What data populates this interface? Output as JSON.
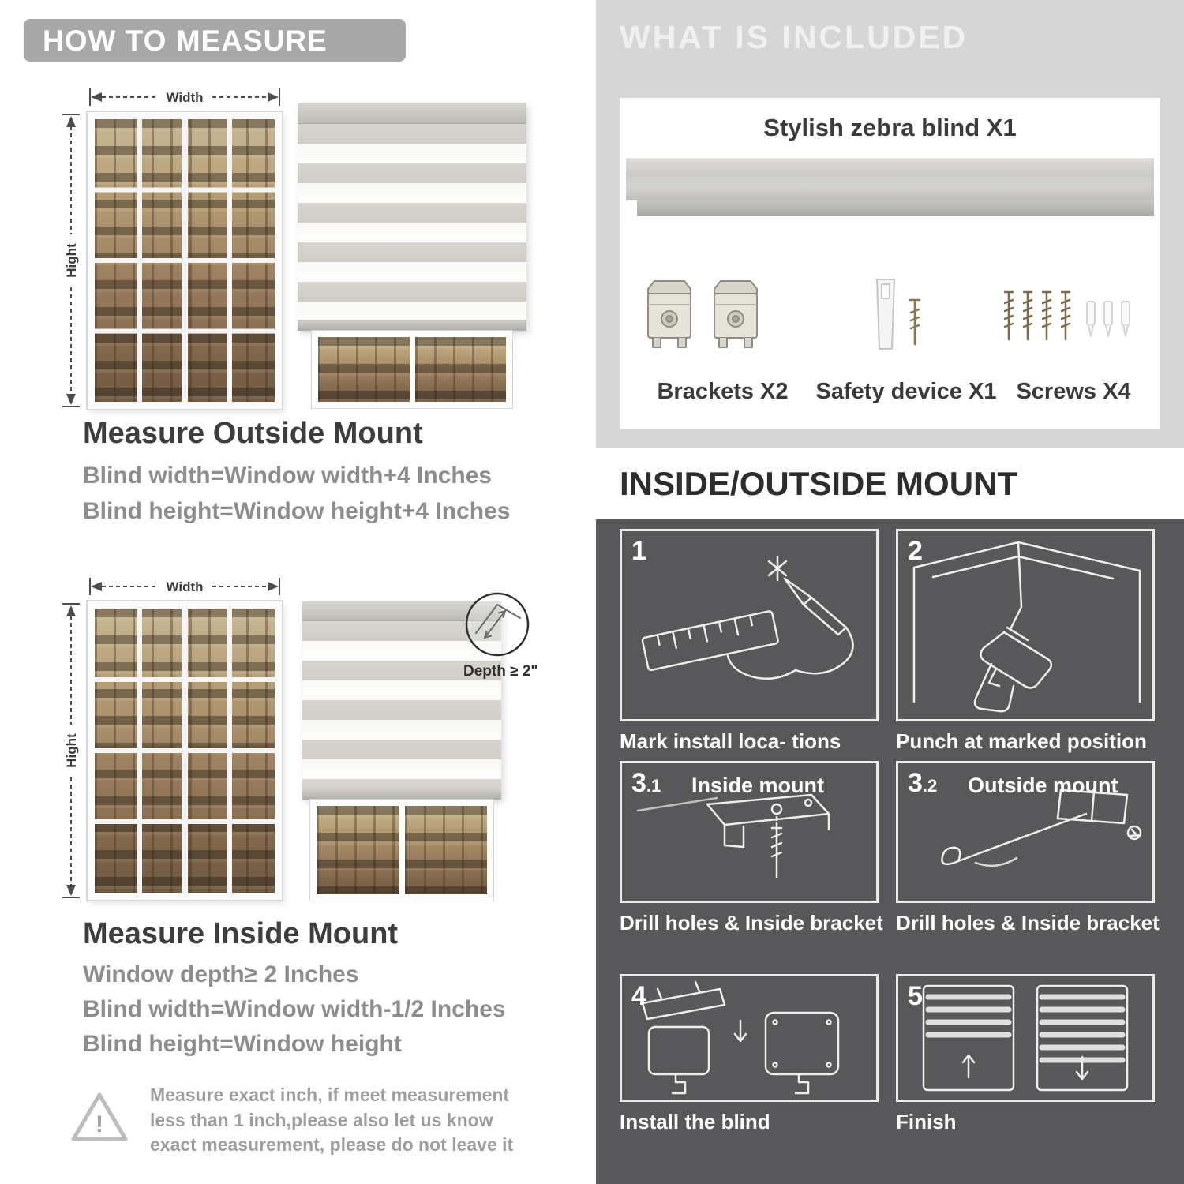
{
  "measure": {
    "banner": "HOW TO MEASURE",
    "labels": {
      "width": "Width",
      "height": "Hight"
    },
    "outside": {
      "heading": "Measure Outside Mount",
      "lines": [
        "Blind width=Window width+4 Inches",
        "Blind height=Window height+4 Inches"
      ]
    },
    "inside": {
      "heading": "Measure Inside Mount",
      "depth_label": "Depth ≥ 2\"",
      "lines": [
        "Window depth≥ 2 Inches",
        "Blind width=Window width-1/2 Inches",
        "Blind height=Window height"
      ]
    },
    "note": {
      "glyph": "!",
      "text": "Measure exact inch, if meet measurement less than 1 inch,please also let us know exact measurement, please do not leave it"
    }
  },
  "included": {
    "banner": "WHAT IS INCLUDED",
    "blind_label": "Stylish zebra blind X1",
    "parts": [
      {
        "label": "Brackets X2"
      },
      {
        "label": "Safety device X1"
      },
      {
        "label": "Screws X4"
      }
    ]
  },
  "mount": {
    "heading": "INSIDE/OUTSIDE MOUNT",
    "steps": [
      {
        "num": "1",
        "sub": "",
        "title": "",
        "caption": "Mark install loca- tions"
      },
      {
        "num": "2",
        "sub": "",
        "title": "",
        "caption": "Punch at  marked position"
      },
      {
        "num": "3",
        "sub": ".1",
        "title": "Inside mount",
        "caption": "Drill holes &  Inside bracket"
      },
      {
        "num": "3",
        "sub": ".2",
        "title": "Outside mount",
        "caption": "Drill holes &  Inside bracket"
      },
      {
        "num": "4",
        "sub": "",
        "title": "",
        "caption": "Install the blind"
      },
      {
        "num": "5",
        "sub": "",
        "title": "",
        "caption": "Finish"
      }
    ]
  }
}
